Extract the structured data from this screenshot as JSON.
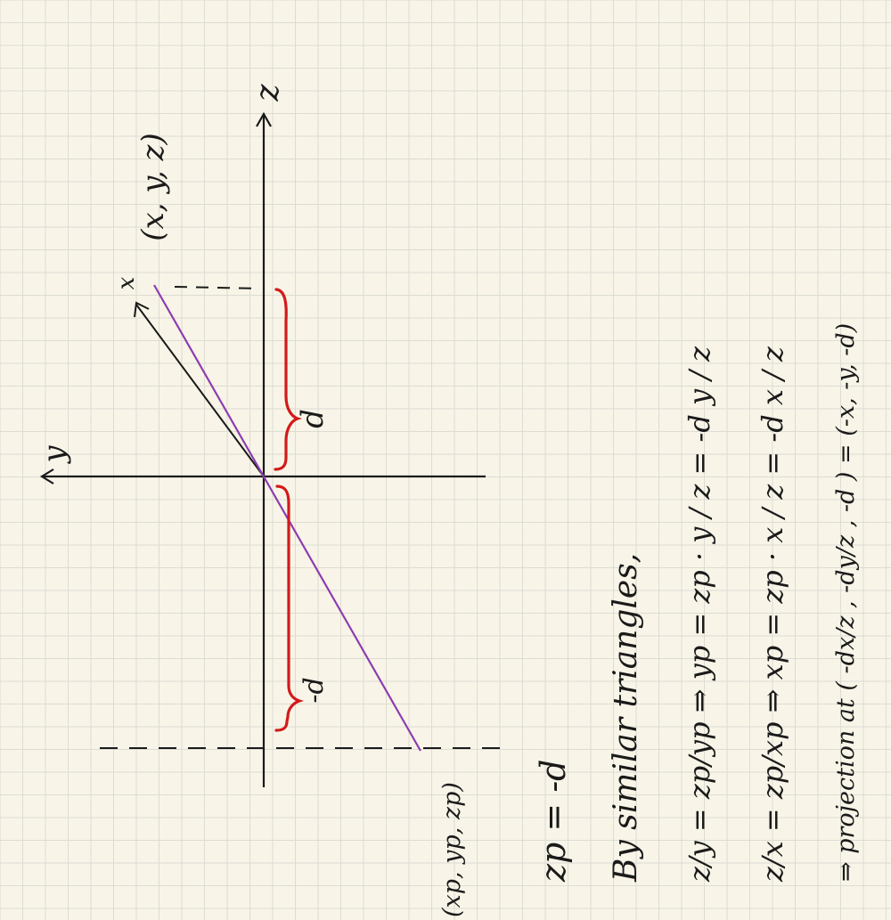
{
  "colors": {
    "paper": "#f8f5e8",
    "grid": "#dcdcd3",
    "ink": "#1a1a1a",
    "ray": "#8e3cb0",
    "brace": "#d21a1a"
  },
  "labels": {
    "z_axis": "z",
    "y_axis": "y",
    "x_axis": "x",
    "point": "(x, y, z)",
    "projected_point": "(xp, yp, zp)",
    "d_top": "d",
    "d_bottom": "-d"
  },
  "notes": {
    "line1": "zp = -d",
    "line2": "By similar triangles,",
    "line3": "z/y = zp/yp ⇒ yp = zp · y / z = -d y / z",
    "line4": "z/x = zp/xp ⇒ xp = zp · x / z = -d x / z",
    "line5": "⇒ projection at ( -dx/z , -dy/z , -d ) = (-x, -y, -d)"
  }
}
